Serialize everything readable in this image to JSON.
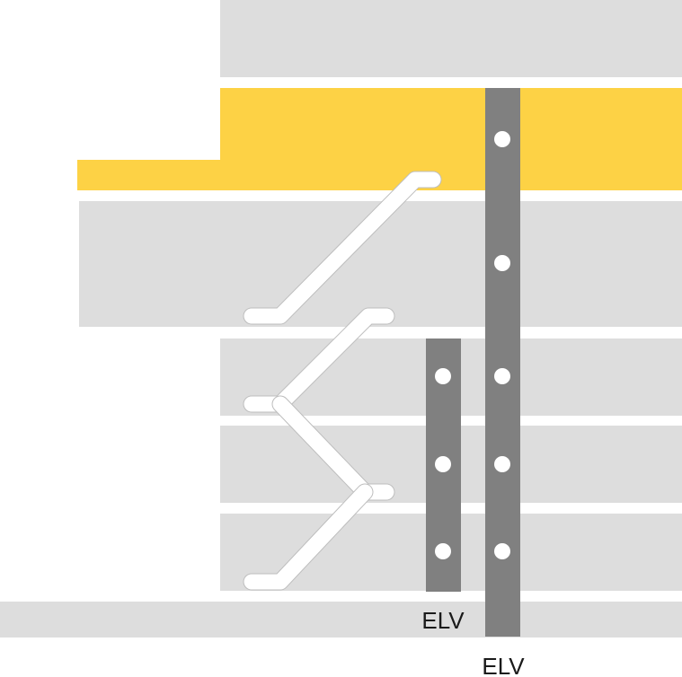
{
  "colors": {
    "floor": "#dddddd",
    "highlight": "#fdd245",
    "shaft": "#808080",
    "stop": "#ffffff",
    "escalator": "#ffffff",
    "escalator_outline": "#bdbdbd",
    "label": "#1a1a1a"
  },
  "elevators": {
    "short": {
      "label": "ELV",
      "stops": 3
    },
    "tall": {
      "label": "ELV",
      "stops": 5
    }
  },
  "escalators": {
    "count": 4
  }
}
